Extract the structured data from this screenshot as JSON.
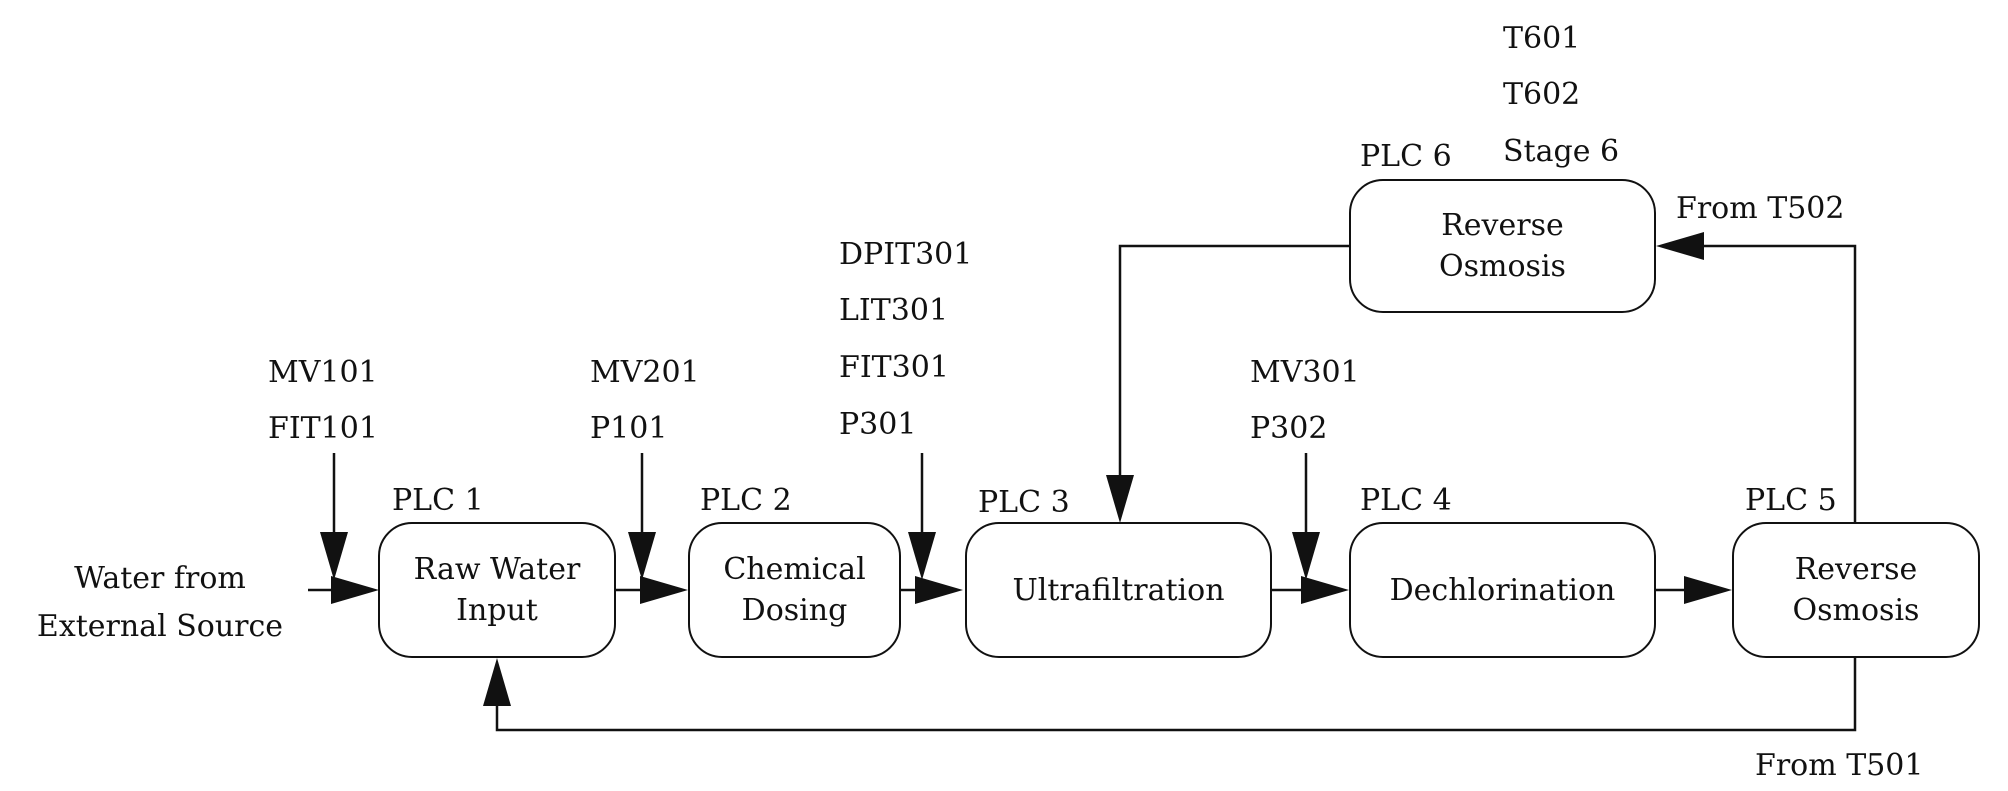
{
  "source": {
    "line1": "Water from",
    "line2": "External Source"
  },
  "stages": [
    {
      "plc": "PLC 1",
      "line1": "Raw Water",
      "line2": "Input",
      "signals": [
        "MV101",
        "FIT101"
      ]
    },
    {
      "plc": "PLC 2",
      "line1": "Chemical",
      "line2": "Dosing",
      "signals": [
        "MV201",
        "P101"
      ]
    },
    {
      "plc": "PLC 3",
      "line1": "Ultrafiltration",
      "line2": "",
      "signals": [
        "DPIT301",
        "LIT301",
        "FIT301",
        "P301"
      ]
    },
    {
      "plc": "PLC 4",
      "line1": "Dechlorination",
      "line2": "",
      "signals": [
        "MV301",
        "P302"
      ]
    },
    {
      "plc": "PLC 5",
      "line1": "Reverse",
      "line2": "Osmosis",
      "signals": []
    },
    {
      "plc": "PLC 6",
      "line1": "Reverse",
      "line2": "Osmosis",
      "signals": [
        "T601",
        "T602",
        "Stage 6"
      ]
    }
  ],
  "feedback": {
    "from_t501": "From T501",
    "from_t502": "From T502"
  }
}
